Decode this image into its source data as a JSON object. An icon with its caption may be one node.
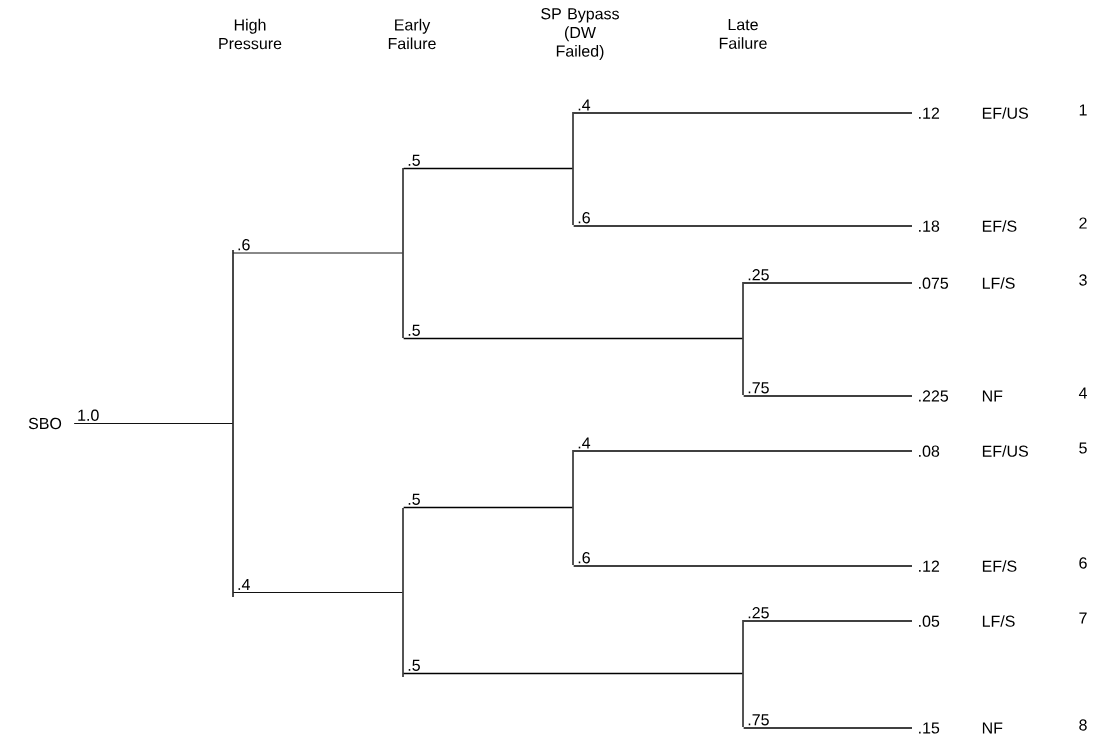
{
  "diagram": {
    "nodes": [
      {
        "text": [
          "SBO"
        ]
      },
      {
        "text": [],
        "shape": "bar"
      },
      {
        "text": [],
        "shape": "bar"
      },
      {
        "text": [],
        "shape": "bar"
      },
      {
        "text": [
          ".12",
          "EF/US"
        ],
        "beside": [
          "1"
        ]
      },
      {
        "text": [
          ".18",
          "EF/S"
        ],
        "beside": [
          "2"
        ]
      },
      {
        "text": [],
        "shape": "bar"
      },
      {
        "text": [
          ".075",
          "LF/S"
        ],
        "beside": [
          "3"
        ]
      },
      {
        "text": [
          ".225",
          "NF"
        ],
        "beside": [
          "4"
        ]
      },
      {
        "text": [],
        "shape": "bar"
      },
      {
        "text": [],
        "shape": "bar"
      },
      {
        "text": [
          ".08",
          "EF/US"
        ],
        "beside": [
          "5"
        ]
      },
      {
        "text": [
          ".12",
          "EF/S"
        ],
        "beside": [
          "6"
        ]
      },
      {
        "text": [],
        "shape": "bar"
      },
      {
        "text": [
          ".05",
          "LF/S"
        ],
        "beside": [
          "7"
        ]
      },
      {
        "text": [
          ".15",
          "NF"
        ],
        "beside": [
          "8"
        ]
      }
    ],
    "edges": [
      {
        "from": 0,
        "to": 1,
        "arrow": "none",
        "label": "1.0"
      },
      {
        "from": 1,
        "to": 2,
        "arrow": "none",
        "label": ".6"
      },
      {
        "from": 1,
        "to": 9,
        "arrow": "none",
        "label": ".4"
      },
      {
        "from": 2,
        "to": 3,
        "arrow": "none",
        "label": ".5"
      },
      {
        "from": 2,
        "to": 6,
        "arrow": "none",
        "label": ".5"
      },
      {
        "from": 3,
        "to": 4,
        "arrow": "none",
        "label": ".4"
      },
      {
        "from": 3,
        "to": 5,
        "arrow": "none",
        "label": ".6"
      },
      {
        "from": 6,
        "to": 7,
        "arrow": "none",
        "label": ".25"
      },
      {
        "from": 6,
        "to": 8,
        "arrow": "none",
        "label": ".75"
      },
      {
        "from": 9,
        "to": 10,
        "arrow": "none",
        "label": ".5"
      },
      {
        "from": 9,
        "to": 13,
        "arrow": "none",
        "label": ".5"
      },
      {
        "from": 10,
        "to": 11,
        "arrow": "none",
        "label": ".4"
      },
      {
        "from": 10,
        "to": 12,
        "arrow": "none",
        "label": ".6"
      },
      {
        "from": 13,
        "to": 14,
        "arrow": "none",
        "label": ".25"
      },
      {
        "from": 13,
        "to": 15,
        "arrow": "none",
        "label": ".75"
      }
    ],
    "labels": [
      "High Pressure",
      "Early Failure",
      "SP Bypass (DW Failed)",
      "Late Failure"
    ]
  }
}
